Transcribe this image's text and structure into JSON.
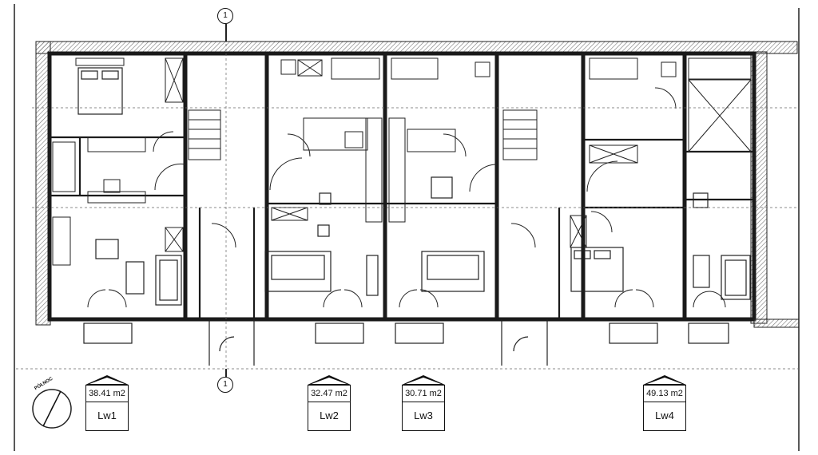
{
  "units": [
    {
      "id": "lw1",
      "area": "38.41 m2",
      "label": "Lw1"
    },
    {
      "id": "lw2",
      "area": "32.47 m2",
      "label": "Lw2"
    },
    {
      "id": "lw3",
      "area": "30.71 m2",
      "label": "Lw3"
    },
    {
      "id": "lw4",
      "area": "49.13 m2",
      "label": "Lw4"
    }
  ],
  "section_marker": "1",
  "north_label": "PÓŁNOC",
  "colors": {
    "wall": "#1a1a1a",
    "wall_hatch": "#7a7a7a",
    "line": "#222222"
  }
}
